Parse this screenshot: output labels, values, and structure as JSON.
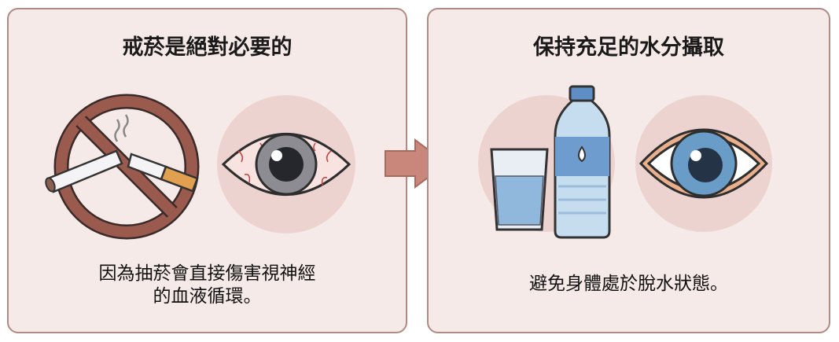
{
  "panels": [
    {
      "title": "戒菸是絕對必要的",
      "body_lines": [
        "因為抽菸會直接傷害視神經",
        "的血液循環。"
      ],
      "icons": [
        "no-smoking-icon",
        "bloodshot-eye-icon"
      ]
    },
    {
      "title": "保持充足的水分攝取",
      "body_lines": [
        "避免身體處於脫水狀態。"
      ],
      "icons": [
        "water-glass-icon",
        "water-bottle-icon",
        "healthy-eye-icon"
      ]
    }
  ],
  "connector": "arrow-right-icon",
  "colors": {
    "panel_bg": "#f6eae8",
    "panel_border": "#b08a84",
    "arrow": "#c9867a",
    "prohibition": "#9a5a4e",
    "water": "#8fb8dc",
    "iris_blue": "#6a9cc8"
  }
}
